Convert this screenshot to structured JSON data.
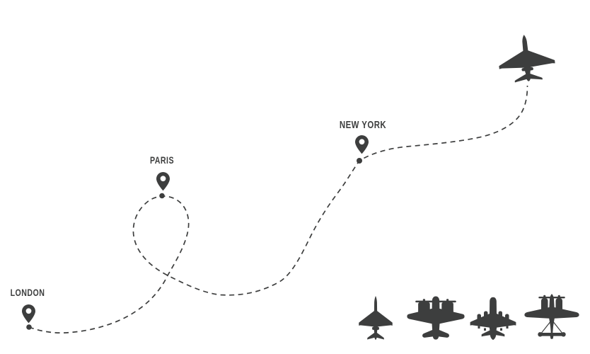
{
  "illustration": {
    "description": "Dashed flight path illustration connecting cities with map pins and airplane silhouettes"
  },
  "route": {
    "stops": [
      {
        "id": "london",
        "label": "LONDON"
      },
      {
        "id": "paris",
        "label": "PARIS"
      },
      {
        "id": "new-york",
        "label": "NEW YORK"
      }
    ]
  },
  "planes": {
    "flying": "swept-wing-jet",
    "fleet": [
      "swept-wing-jet",
      "twin-prop-airliner",
      "four-engine-jet",
      "twin-tail-bomber"
    ]
  },
  "colors": {
    "ink": "#3d3e3e",
    "background": "#ffffff"
  }
}
